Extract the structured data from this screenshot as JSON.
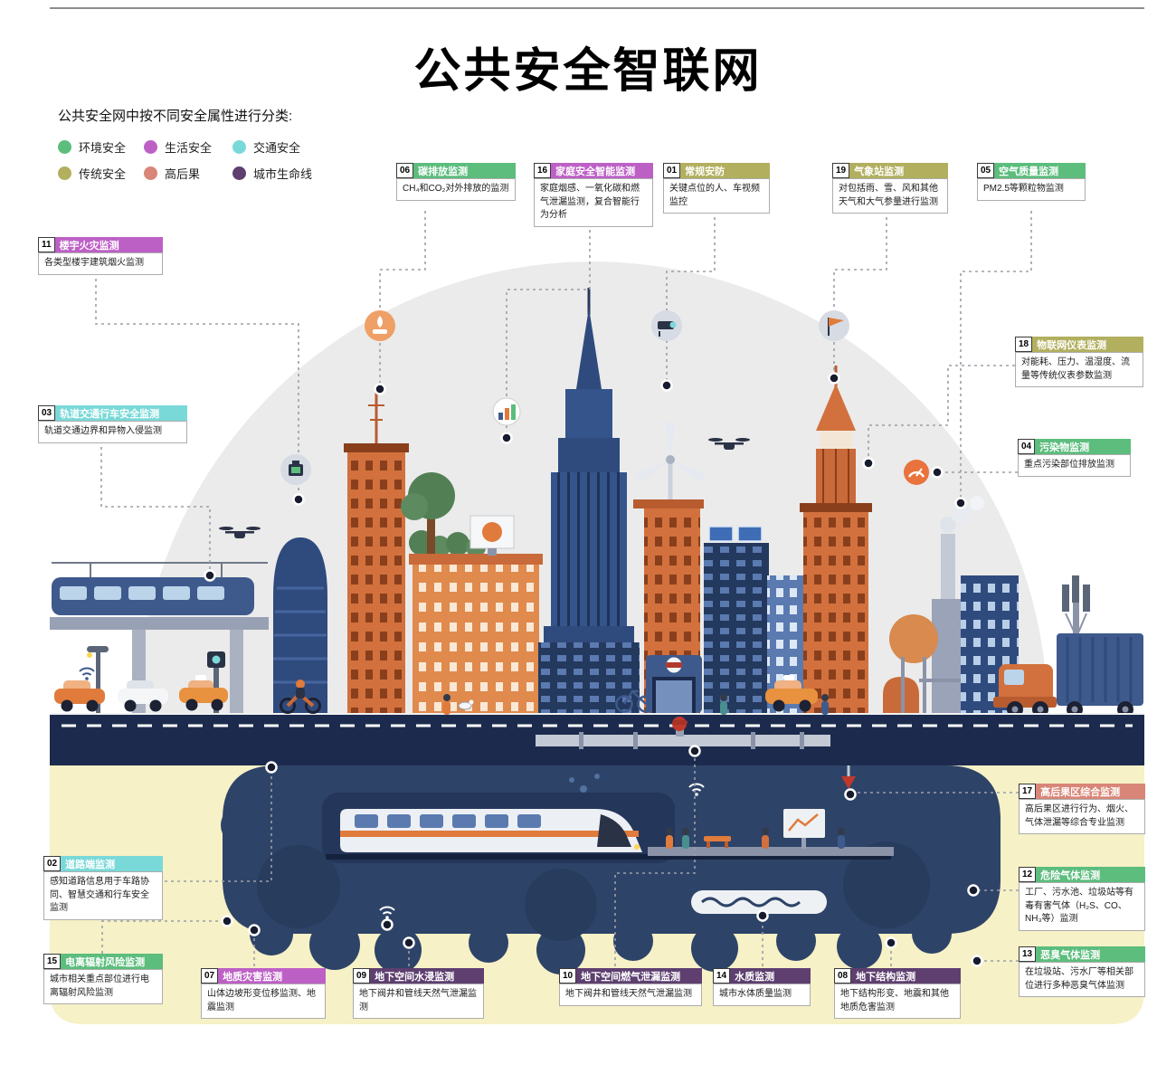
{
  "title": "公共安全智联网",
  "subtitle": "公共安全网中按不同安全属性进行分类:",
  "palette": {
    "green": "#5cbd7d",
    "purple": "#bd60c6",
    "cyan": "#79d9d8",
    "olive": "#b2af5f",
    "salmon": "#d98577",
    "darkpurple": "#5e3f70"
  },
  "legend": [
    {
      "label": "环境安全",
      "color": "green"
    },
    {
      "label": "生活安全",
      "color": "purple"
    },
    {
      "label": "交通安全",
      "color": "cyan"
    },
    {
      "label": "传统安全",
      "color": "olive"
    },
    {
      "label": "高后果",
      "color": "salmon"
    },
    {
      "label": "城市生命线",
      "color": "darkpurple"
    }
  ],
  "callouts": [
    {
      "num": "01",
      "title": "常规安防",
      "color": "olive",
      "desc": "关键点位的人、车视频监控"
    },
    {
      "num": "02",
      "title": "道路端监测",
      "color": "cyan",
      "desc": "感知道路信息用于车路协同、智慧交通和行车安全监测"
    },
    {
      "num": "03",
      "title": "轨道交通行车安全监测",
      "color": "cyan",
      "desc": "轨道交通边界和异物入侵监测"
    },
    {
      "num": "04",
      "title": "污染物监测",
      "color": "green",
      "desc": "重点污染部位排放监测"
    },
    {
      "num": "05",
      "title": "空气质量监测",
      "color": "green",
      "desc": "PM2.5等颗粒物监测"
    },
    {
      "num": "06",
      "title": "碳排放监测",
      "color": "green",
      "desc": "CH₄和CO₂对外排放的监测"
    },
    {
      "num": "07",
      "title": "地质灾害监测",
      "color": "purple",
      "desc": "山体边坡形变位移监测、地震监测"
    },
    {
      "num": "08",
      "title": "地下结构监测",
      "color": "darkpurple",
      "desc": "地下结构形变、地震和其他地质危害监测"
    },
    {
      "num": "09",
      "title": "地下空间水浸监测",
      "color": "darkpurple",
      "desc": "地下阀井和管线天然气泄漏监测"
    },
    {
      "num": "10",
      "title": "地下空间燃气泄漏监测",
      "color": "darkpurple",
      "desc": "地下阀井和管线天然气泄漏监测"
    },
    {
      "num": "11",
      "title": "楼宇火灾监测",
      "color": "purple",
      "desc": "各类型楼宇建筑烟火监测"
    },
    {
      "num": "12",
      "title": "危险气体监测",
      "color": "green",
      "desc": "工厂、污水池、垃圾站等有毒有害气体（H₂S、CO、NH₃等）监测"
    },
    {
      "num": "13",
      "title": "恶臭气体监测",
      "color": "green",
      "desc": "在垃圾站、污水厂等相关部位进行多种恶臭气体监测"
    },
    {
      "num": "14",
      "title": "水质监测",
      "color": "darkpurple",
      "desc": "城市水体质量监测"
    },
    {
      "num": "15",
      "title": "电离辐射风险监测",
      "color": "green",
      "desc": "城市相关重点部位进行电离辐射风险监测"
    },
    {
      "num": "16",
      "title": "家庭安全智能监测",
      "color": "purple",
      "desc": "家庭烟感、一氧化碳和燃气泄漏监测，复合智能行为分析"
    },
    {
      "num": "17",
      "title": "高后果区综合监测",
      "color": "salmon",
      "desc": "高后果区进行行为、烟火、气体泄漏等综合专业监测"
    },
    {
      "num": "18",
      "title": "物联网仪表监测",
      "color": "olive",
      "desc": "对能耗、压力、温湿度、流量等传统仪表参数监测"
    },
    {
      "num": "19",
      "title": "气象站监测",
      "color": "olive",
      "desc": "对包括雨、雪、风和其他天气和大气参量进行监测"
    }
  ],
  "icons": [
    "flame-sensor-icon",
    "home-monitor-icon",
    "cctv-camera-icon",
    "windsock-icon",
    "battery-meter-icon",
    "gauge-icon",
    "drone-icon",
    "wifi-signal-icon",
    "valve-icon"
  ]
}
